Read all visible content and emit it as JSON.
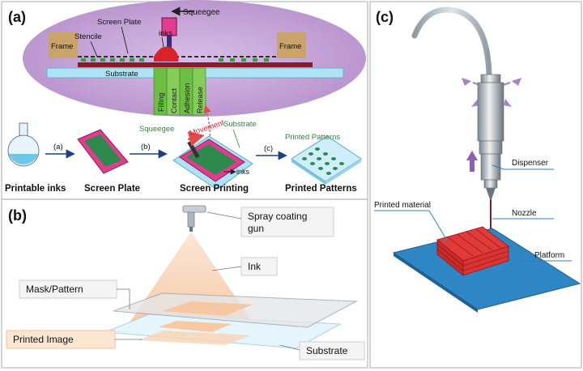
{
  "panels": {
    "a": {
      "label": "(a)"
    },
    "b": {
      "label": "(b)"
    },
    "c": {
      "label": "(c)"
    }
  },
  "panel_a": {
    "squeegee": "Squeegee",
    "screen_plate": "Screen Plate",
    "stencile": "Stencile",
    "inks_top": "inks",
    "frame_left": "Frame",
    "frame_right": "Frame",
    "substrate": "Substrate",
    "stages": [
      "Filling",
      "Contact",
      "Adhesion",
      "Release"
    ],
    "steps": [
      "(a)",
      "(b)",
      "(c)"
    ],
    "squeegee_small": "Squeegee",
    "movement": "Movement",
    "substrate_small": "Substrate",
    "printed_patterns_small": "Printed Patterns",
    "inks_small": "inks",
    "captions": [
      "Printable inks",
      "Screen Plate",
      "Screen Printing",
      "Printed Patterns"
    ]
  },
  "panel_b": {
    "spray_gun": [
      "Spray coating",
      "gun"
    ],
    "ink": "Ink",
    "mask": "Mask/Pattern",
    "printed_image": "Printed Image",
    "substrate": "Substrate"
  },
  "panel_c": {
    "dispenser": "Dispenser",
    "printed_material": "Printed material",
    "nozzle": "Nozzle",
    "platform": "Platform"
  },
  "colors": {
    "ellipse": "#c7a6d8",
    "frame": "#c9a46a",
    "substrate": "#aee3f5",
    "stage_green": "#6fbe44",
    "magenta": "#e23c8f",
    "platform": "#2f86c4",
    "material": "#d43030",
    "cone": "#f8d7bd",
    "callout": "#2f7fb5"
  }
}
